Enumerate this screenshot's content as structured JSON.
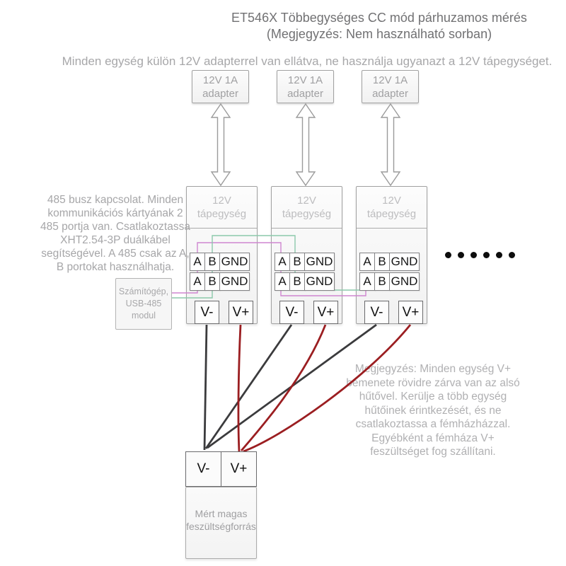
{
  "title": "ET546X Többegységes CC mód párhuzamos mérés (Megjegyzés: Nem használható sorban)",
  "subtitle": "Minden egység külön 12V adapterrel van ellátva, ne használja ugyanazt a 12V tápegységet.",
  "adapter": {
    "label": "12V 1A adapter"
  },
  "unit": {
    "label": "12V tápegység",
    "terminal_a": "A",
    "terminal_b": "B",
    "terminal_gnd": "GND",
    "terminal_vminus": "V-",
    "terminal_vplus": "V+"
  },
  "left_note": "485 busz kapcsolat. Minden kommunikációs kártyának 2 485 portja van. Csatlakoztassa XHT2.54-3P duálkábel segítségével. A 485 csak az A, B portokat használhatja.",
  "computer_label": "Számítógép, USB-485 modul",
  "right_note": "Megjegyzés: Minden egység V+ bemenete rövidre zárva van az alsó hűtővel. Kerülje a több egység hűtőinek érintkezését, és ne csatlakoztassa a fémházházzal. Egyébként a fémháza V+ feszültséget fog szállítani.",
  "source": {
    "terminal_vminus": "V-",
    "terminal_vplus": "V+",
    "label": "Mért magas feszültségforrás"
  },
  "ellipsis_dots": 6,
  "colors": {
    "comm_wire_a": "#cf86d0",
    "comm_wire_b": "#8cc9ab",
    "wire_vminus": "#3b3b3d",
    "wire_vplus": "#9b1e21",
    "dot": "#0d0d0d"
  }
}
